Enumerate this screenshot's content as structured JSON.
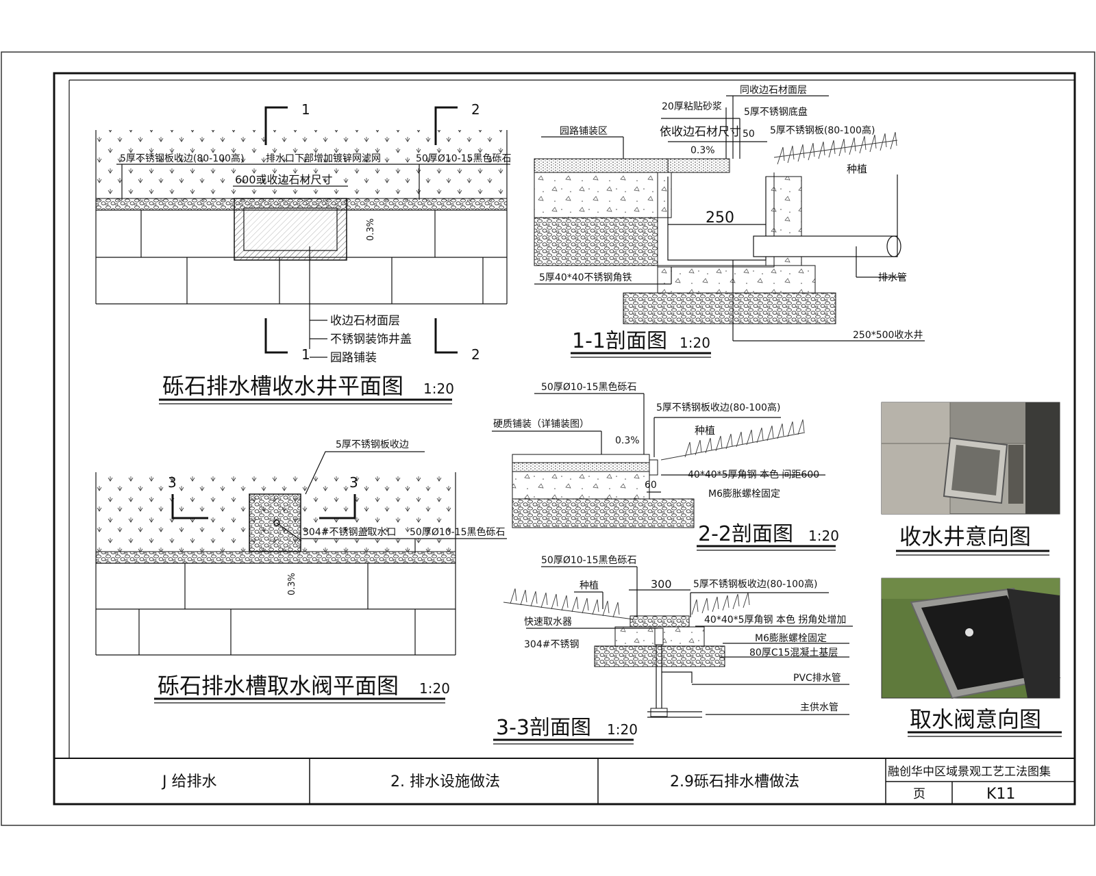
{
  "views": {
    "plan_1": {
      "title": "砾石排水槽收水井平面图",
      "scale": "1:20",
      "cut_1": "1",
      "cut_2": "2",
      "labels": {
        "steel_edge": "5厚不锈钢板收边(80-100高)",
        "drain_mesh": "排水口下部增加镀锌网滤网",
        "gravel": "50厚Ø10-15黑色砾石",
        "size": "600或收边石材尺寸",
        "slope": "0.3%",
        "callout_1": "收边石材面层",
        "callout_2": "不锈钢装饰井盖",
        "callout_3": "园路铺装"
      }
    },
    "section_1": {
      "title": "1-1剖面图",
      "scale": "1:20",
      "labels": {
        "same_stone": "同收边石材面层",
        "mortar": "20厚粘贴砂浆",
        "steel_base": "5厚不锈钢底盘",
        "per_stone": "依收边石材尺寸",
        "dim_50": "50",
        "steel_plate": "5厚不锈钢板(80-100高)",
        "paving_zone": "园路铺装区",
        "slope": "0.3%",
        "planting": "种植",
        "width": "250",
        "angle": "5厚40*40不锈钢角铁",
        "pipe": "排水管",
        "well": "250*500收水井"
      }
    },
    "section_2": {
      "title": "2-2剖面图",
      "scale": "1:20",
      "labels": {
        "gravel": "50厚Ø10-15黑色砾石",
        "steel_edge": "5厚不锈钢板收边(80-100高)",
        "hard_paving": "硬质铺装（详铺装图）",
        "slope": "0.3%",
        "planting": "种植",
        "angle": "40*40*5厚角钢 本色 间距600",
        "bolt": "M6膨胀螺栓固定",
        "dim_60": "60"
      }
    },
    "plan_2": {
      "title": "砾石排水槽取水阀平面图",
      "scale": "1:20",
      "cut": "3",
      "labels": {
        "steel_edge": "5厚不锈钢板收边",
        "valve": "304#不锈钢盖取水口",
        "gravel": "50厚Ø10-15黑色砾石",
        "slope": "0.3%"
      }
    },
    "section_3": {
      "title": "3-3剖面图",
      "scale": "1:20",
      "labels": {
        "gravel": "50厚Ø10-15黑色砾石",
        "planting": "种植",
        "dim_300": "300",
        "steel_edge": "5厚不锈钢板收边(80-100高)",
        "angle": "40*40*5厚角钢 本色 拐角处增加",
        "quick": "快速取水器",
        "steel304": "304#不锈钢",
        "bolt": "M6膨胀螺栓固定",
        "concrete": "80厚C15混凝土基层",
        "pvc": "PVC排水管",
        "supply": "主供水管"
      }
    },
    "photo_1": {
      "caption": "收水井意向图"
    },
    "photo_2": {
      "caption": "取水阀意向图"
    }
  },
  "title_block": {
    "cell_1": "J  给排水",
    "cell_2": "2. 排水设施做法",
    "cell_3": "2.9砾石排水槽做法",
    "atlas": "融创华中区域景观工艺工法图集",
    "page_label": "页",
    "page_no": "K11"
  }
}
